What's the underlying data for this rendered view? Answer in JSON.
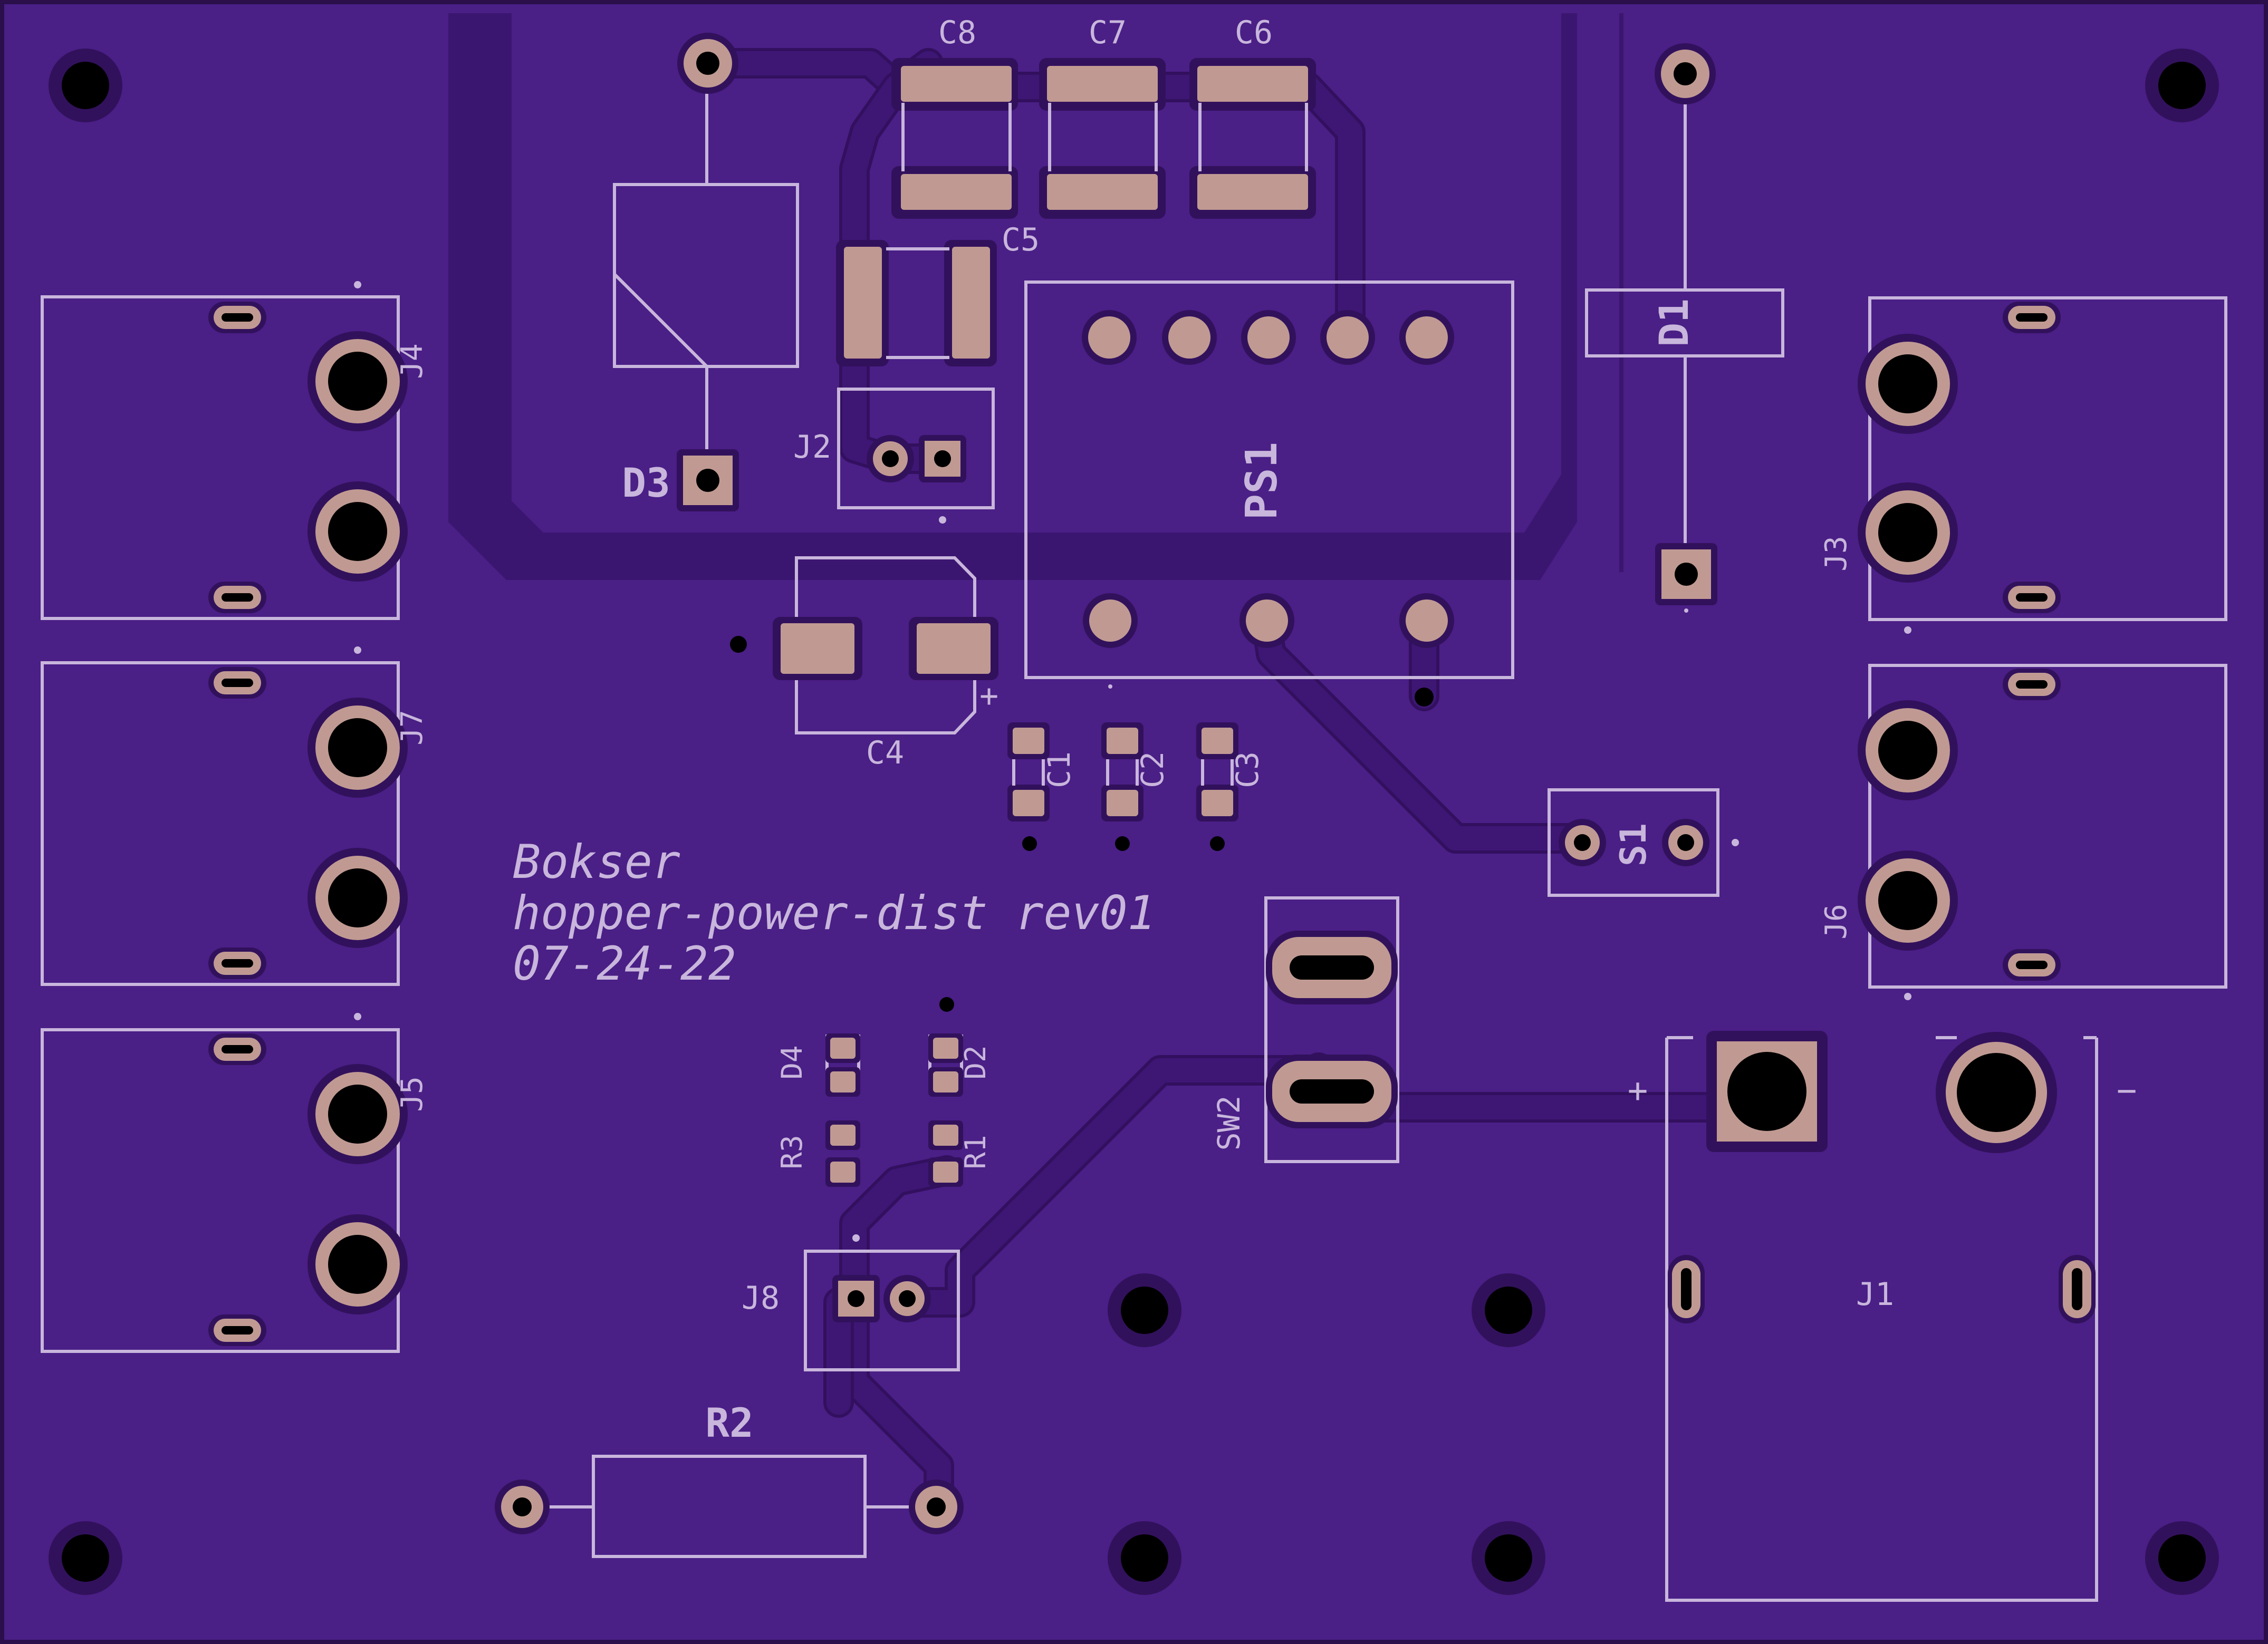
{
  "board": {
    "title_line1": "Bokser",
    "title_line2": "hopper-power-dist rev01",
    "title_line3": "07-24-22",
    "colors": {
      "substrate": "#4a1f86",
      "copper_pour": "#43197b",
      "silkscreen": "#c8b6dc",
      "pad_finish": "#c09a92",
      "drill": "#000000",
      "outline": "#2a0f4a"
    }
  },
  "components": {
    "c8": "C8",
    "c7": "C7",
    "c6": "C6",
    "c5": "C5",
    "c4": "C4",
    "c1": "C1",
    "c2": "C2",
    "c3": "C3",
    "d1": "D1",
    "d2": "D2",
    "d3": "D3",
    "d4": "D4",
    "r1": "R1",
    "r2": "R2",
    "r3": "R3",
    "j1": "J1",
    "j2": "J2",
    "j3": "J3",
    "j4": "J4",
    "j5": "J5",
    "j6": "J6",
    "j7": "J7",
    "j8": "J8",
    "ps1": "PS1",
    "s1": "S1",
    "sw2": "SW2"
  },
  "markings": {
    "c4_plus": "+",
    "j1_plus": "+",
    "j1_minus": "−"
  }
}
